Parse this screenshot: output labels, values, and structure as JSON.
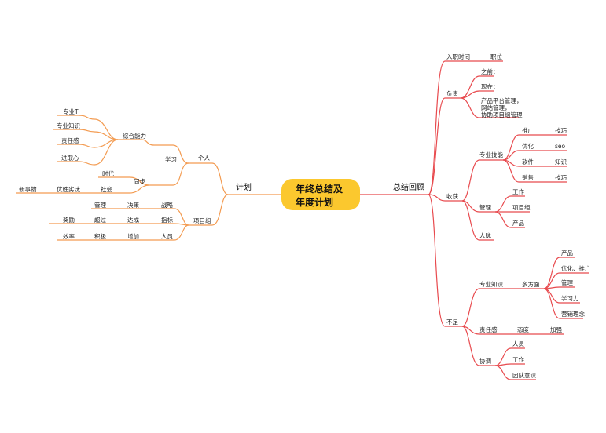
{
  "center": {
    "line1": "年终总结及",
    "line2": "年度计划",
    "fill": "#FBC82E"
  },
  "colors": {
    "left": "#F39B51",
    "right": "#E84A4E"
  },
  "left": {
    "branch": "计划",
    "personal": {
      "label": "个人",
      "study": "学习",
      "ability": "综合能力",
      "ability_items": [
        "专业T",
        "专业知识",
        "责任感",
        "进取心"
      ],
      "sync": "同步",
      "sync_items": [
        "时代",
        "社会"
      ],
      "extra": [
        "优胜劣汰",
        "新事物"
      ]
    },
    "project": {
      "label": "项目组",
      "rows": [
        [
          "战略",
          "决策",
          "管理"
        ],
        [
          "指标",
          "达成",
          "超过",
          "奖励"
        ],
        [
          "人员",
          "增加",
          "积极",
          "效率"
        ]
      ]
    }
  },
  "right": {
    "branch": "总结回顾",
    "join": {
      "label": "入职时间",
      "child": "职位"
    },
    "duty": {
      "label": "负责",
      "items": [
        "之前：",
        "现在：",
        "产品平台管理，",
        "网站管理，",
        "协助项目组管理"
      ]
    },
    "gain": {
      "label": "收获",
      "skill": {
        "label": "专业技能",
        "rows": [
          [
            "推广",
            "技巧"
          ],
          [
            "优化",
            "seo"
          ],
          [
            "软件",
            "知识"
          ],
          [
            "销售",
            "技巧"
          ]
        ]
      },
      "manage": {
        "label": "管理",
        "items": [
          "工作",
          "项目组",
          "产品"
        ]
      },
      "people": "人脉"
    },
    "lack": {
      "label": "不足",
      "knowledge": {
        "label": "专业知识",
        "sub": "多方面",
        "items": [
          "产品",
          "优化、推广",
          "管理",
          "学习力",
          "营销理念"
        ]
      },
      "resp": {
        "label": "责任感",
        "sub": "态度",
        "end": "加强"
      },
      "coord": {
        "label": "协调",
        "items": [
          "人员",
          "工作",
          "团队意识"
        ]
      }
    }
  }
}
